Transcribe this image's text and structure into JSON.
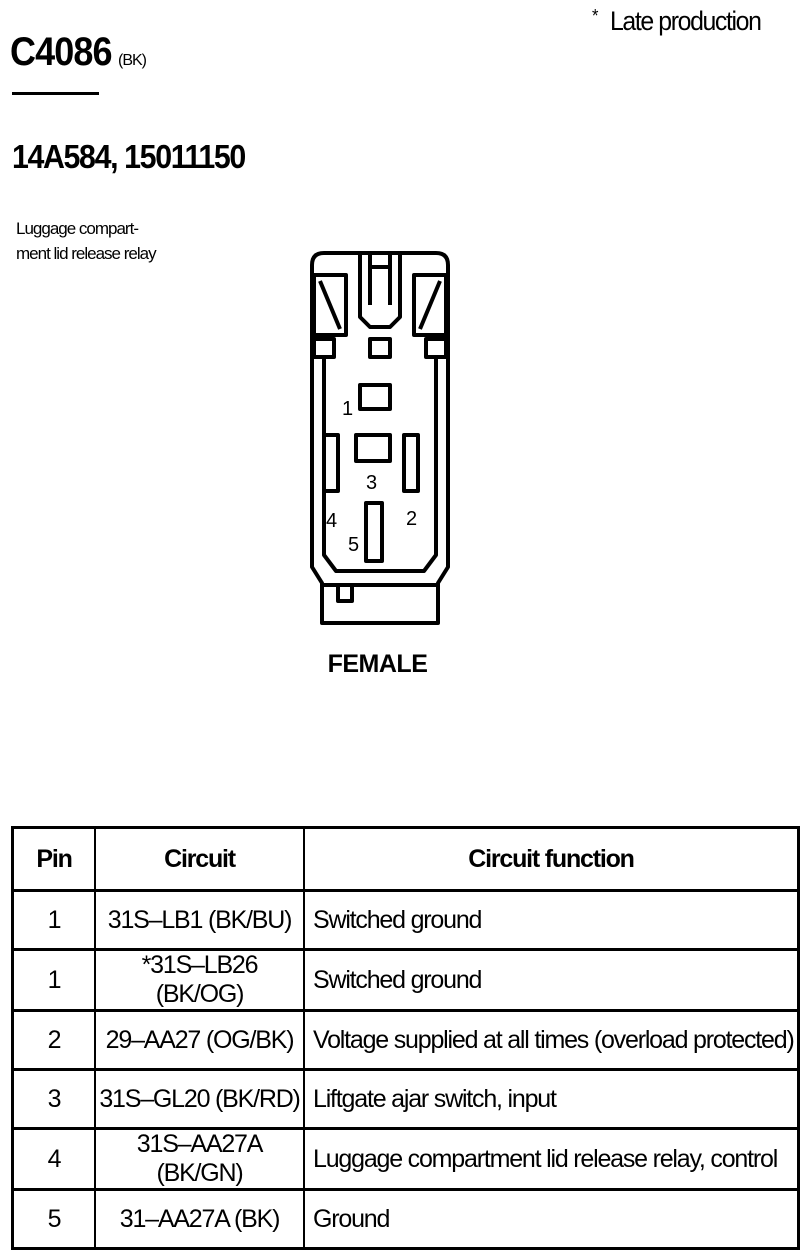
{
  "note": {
    "marker": "*",
    "text": "Late production"
  },
  "connector": {
    "id": "C4086",
    "color": "(BK)"
  },
  "part_numbers": "14A584, 15011150",
  "component": "Luggage compart-ment lid release relay",
  "view_label": "FEMALE",
  "pin_labels": [
    "1",
    "2",
    "3",
    "4",
    "5"
  ],
  "table": {
    "headers": {
      "pin": "Pin",
      "circuit": "Circuit",
      "function": "Circuit function"
    },
    "rows": [
      {
        "pin": "1",
        "circuit": "31S–LB1 (BK/BU)",
        "function": "Switched ground"
      },
      {
        "pin": "1",
        "circuit": "*31S–LB26 (BK/OG)",
        "function": "Switched ground"
      },
      {
        "pin": "2",
        "circuit": "29–AA27 (OG/BK)",
        "function": "Voltage supplied at all times (overload protected)"
      },
      {
        "pin": "3",
        "circuit": "31S–GL20 (BK/RD)",
        "function": "Liftgate ajar switch, input"
      },
      {
        "pin": "4",
        "circuit": "31S–AA27A (BK/GN)",
        "function": "Luggage compartment lid release relay, control"
      },
      {
        "pin": "5",
        "circuit": "31–AA27A (BK)",
        "function": "Ground"
      }
    ]
  }
}
